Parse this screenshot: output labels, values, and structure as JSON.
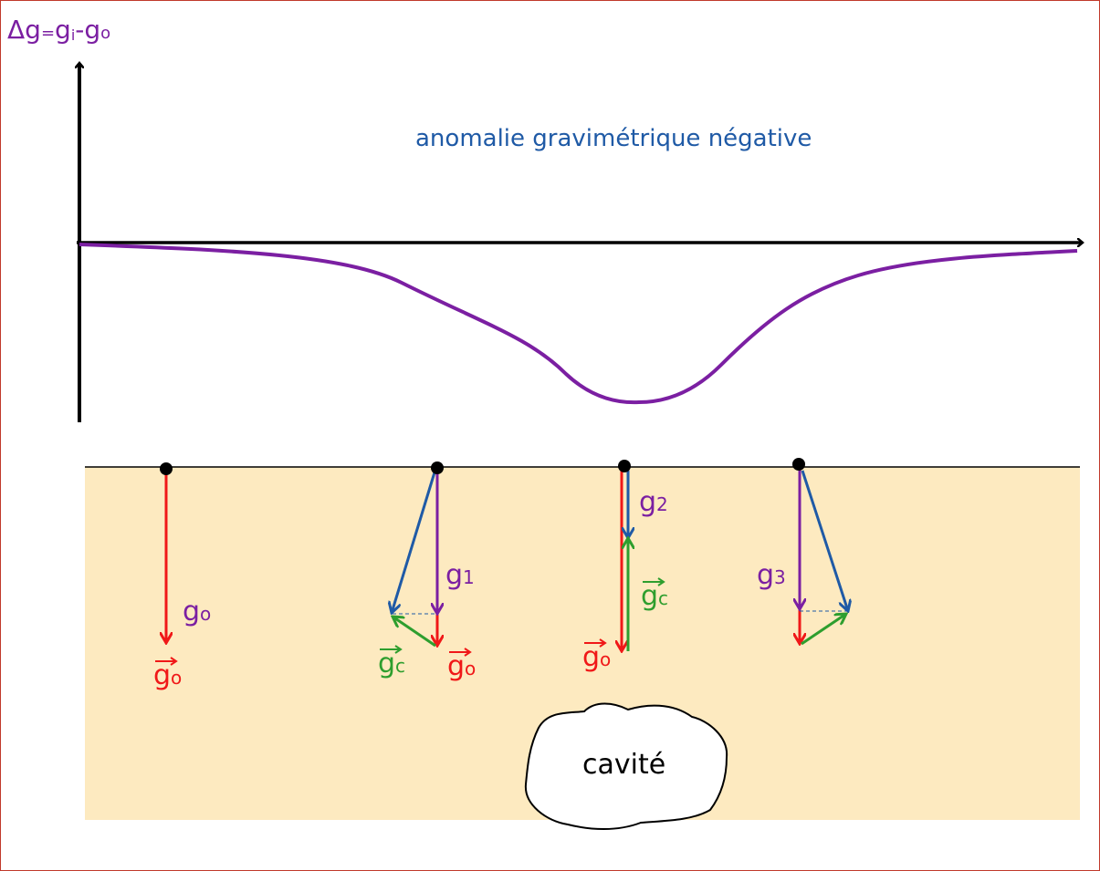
{
  "graph": {
    "axis_label": {
      "main": "Δg",
      "eq1": "=",
      "g1": "g",
      "sub_i": "i",
      "dash": "-",
      "g2": "g",
      "sub_o": "o"
    },
    "caption": "anomalie gravimétrique négative"
  },
  "ground": {
    "cavity_label": "cavité"
  },
  "stations": [
    {
      "labels": [
        {
          "main": "g",
          "sub": "o"
        },
        {
          "main": "g",
          "sub": "o"
        }
      ]
    },
    {
      "labels": [
        {
          "main": "g",
          "sub": "1"
        },
        {
          "main": "g",
          "sub": "c"
        },
        {
          "main": "g",
          "sub": "o"
        }
      ]
    },
    {
      "labels": [
        {
          "main": "g",
          "sub": "2"
        },
        {
          "main": "g",
          "sub": "c"
        },
        {
          "main": "g",
          "sub": "o"
        }
      ]
    },
    {
      "labels": [
        {
          "main": "g",
          "sub": "3"
        }
      ]
    }
  ],
  "colors": {
    "axis": "#000000",
    "curve": "#7b1fa2",
    "caption": "#1f5aa6",
    "axis_label": "#7b1fa2",
    "ground_fill": "#fdeac0",
    "g0_red": "#f01818",
    "gc_green": "#2e9e2e",
    "g_blue": "#1f5aa6",
    "g_purple": "#7b1fa2",
    "frame": "#c0392b"
  }
}
